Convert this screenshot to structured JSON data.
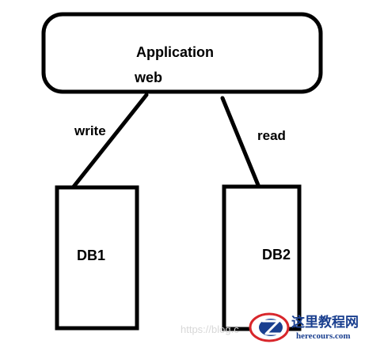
{
  "diagram": {
    "app_node": {
      "line1": "Application",
      "line2": "web"
    },
    "db1_node": {
      "label": "DB1"
    },
    "db2_node": {
      "label": "DB2"
    },
    "edge_write": {
      "label": "write"
    },
    "edge_read": {
      "label": "read"
    }
  },
  "watermark": {
    "blog_text": "https://blog.c",
    "brand_cn": "这里教程网",
    "brand_url": "herecours.com"
  },
  "colors": {
    "stroke": "#000000",
    "background": "#ffffff",
    "brand_blue": "#1a3f8f",
    "brand_red": "#d8262b"
  }
}
